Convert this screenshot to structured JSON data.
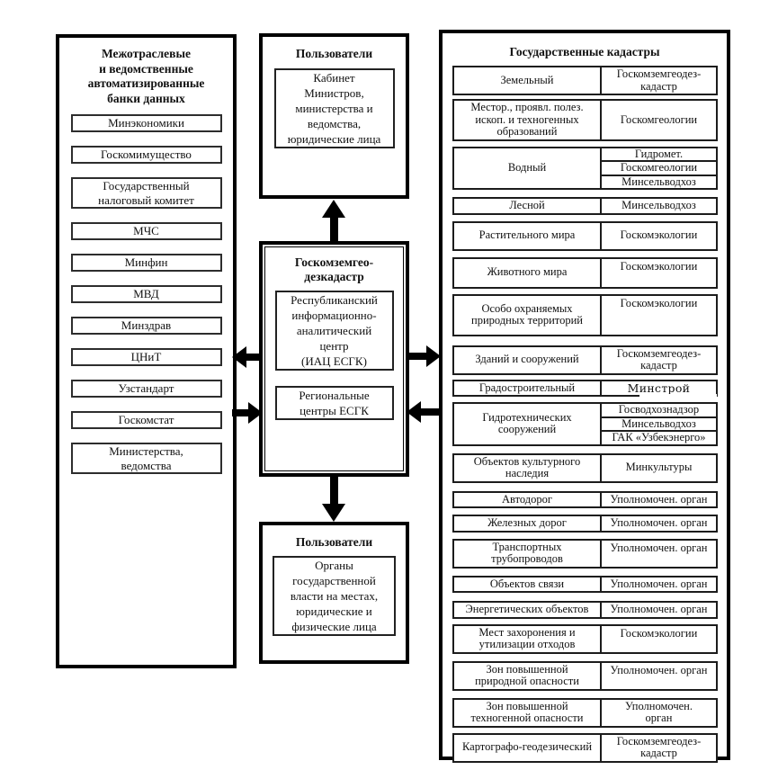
{
  "left_panel": {
    "title": "Межотраслевые\nи ведомственные\nавтоматизированные\nбанки данных",
    "items": [
      "Минэкономики",
      "Госкомимущество",
      "Государственный\nналоговый комитет",
      "МЧС",
      "Минфин",
      "МВД",
      "Минздрав",
      "ЦНиТ",
      "Узстандарт",
      "Госкомстат",
      "Министерства,\nведомства"
    ]
  },
  "top_users": {
    "title": "Пользователи",
    "body": "Кабинет\nМинистров,\nминистерства и\nведомства,\nюридические лица"
  },
  "center": {
    "title": "Госкомземгео-\nдезкадастр",
    "box1": "Республиканский\nинформационно-\nаналитический\nцентр\n(ИАЦ ЕСГК)",
    "box2": "Региональные\nцентры ЕСГК"
  },
  "bottom_users": {
    "title": "Пользователи",
    "body": "Органы\nгосударственной\nвласти на местах,\nюридические и\nфизические лица"
  },
  "kadastry": {
    "title": "Государственные кадастры",
    "rows": [
      {
        "left": "Земельный",
        "right": "Госкомземгеодез-\nкадастр"
      },
      {
        "left": "Местор., проявл. полез.\nископ. и техногенных\nобразований",
        "right": "Госкомгеологии"
      },
      {
        "left": "Водный",
        "right": [
          "Гидромет.",
          "Госкомгеологии",
          "Минсельводхоз"
        ]
      },
      {
        "left": "Лесной",
        "right": "Минсельводхоз"
      },
      {
        "left": "Растительного мира",
        "right": "Госкомэкологии"
      },
      {
        "left": "Животного мира",
        "right": "Госкомэкологии"
      },
      {
        "left": "Особо охраняемых\nприродных территорий",
        "right": "Госкомэкологии"
      },
      {
        "left": "Зданий и сооружений",
        "right": "Госкомземгеодез-\nкадастр"
      },
      {
        "left": "Градостроительный",
        "right": "Минстрой"
      },
      {
        "left": "Гидротехнических\nсооружений",
        "right": [
          "Госводхознадзор",
          "Минсельводхоз",
          "ГАК «Узбекэнерго»"
        ]
      },
      {
        "left": "Объектов культурного\nнаследия",
        "right": "Минкультуры"
      },
      {
        "left": "Автодорог",
        "right": "Уполномочен. орган"
      },
      {
        "left": "Железных дорог",
        "right": "Уполномочен. орган"
      },
      {
        "left": "Транспортных\nтрубопроводов",
        "right": "Уполномочен. орган"
      },
      {
        "left": "Объектов связи",
        "right": "Уполномочен. орган"
      },
      {
        "left": "Энергетических объектов",
        "right": "Уполномочен. орган"
      },
      {
        "left": "Мест захоронения и\nутилизации отходов",
        "right": "Госкомэкологии"
      },
      {
        "left": "Зон повышенной\nприродной опасности",
        "right": "Уполномочен. орган"
      },
      {
        "left": "Зон повышенной\nтехногенной опасности",
        "right": "Уполномочен.\nорган"
      },
      {
        "left": "Картографо-геодезический",
        "right": "Госкомземгеодез-\nкадастр"
      }
    ]
  },
  "colors": {
    "line": "#000000",
    "background": "#ffffff"
  }
}
